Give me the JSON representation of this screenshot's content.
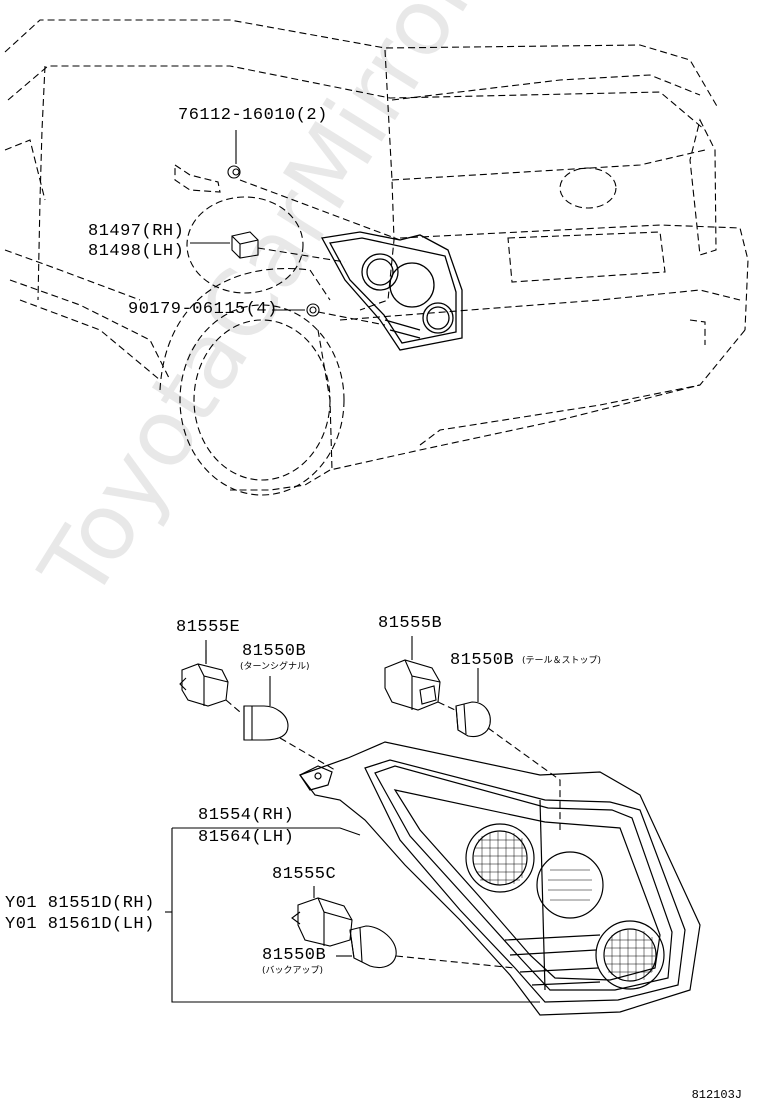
{
  "diagram": {
    "callouts": {
      "p76112": "76112-16010(2)",
      "p81497": "81497(RH)",
      "p81498": "81498(LH)",
      "p90179": "90179-06115(4)",
      "p81555e": "81555E",
      "p81550b_1": "81550B",
      "p81550b_1_note": "(ターンシグナル)",
      "p81555b": "81555B",
      "p81550b_2": "81550B",
      "p81550b_2_note": "(テール＆ストップ)",
      "p81554": "81554(RH)",
      "p81564": "81564(LH)",
      "p81551d": "Y01 81551D(RH)",
      "p81561d": "Y01 81561D(LH)",
      "p81555c": "81555C",
      "p81550b_3": "81550B",
      "p81550b_3_note": "(バックアップ)"
    },
    "watermark": "ToyotaCarMirror.ru",
    "figure_code": "812103J"
  }
}
